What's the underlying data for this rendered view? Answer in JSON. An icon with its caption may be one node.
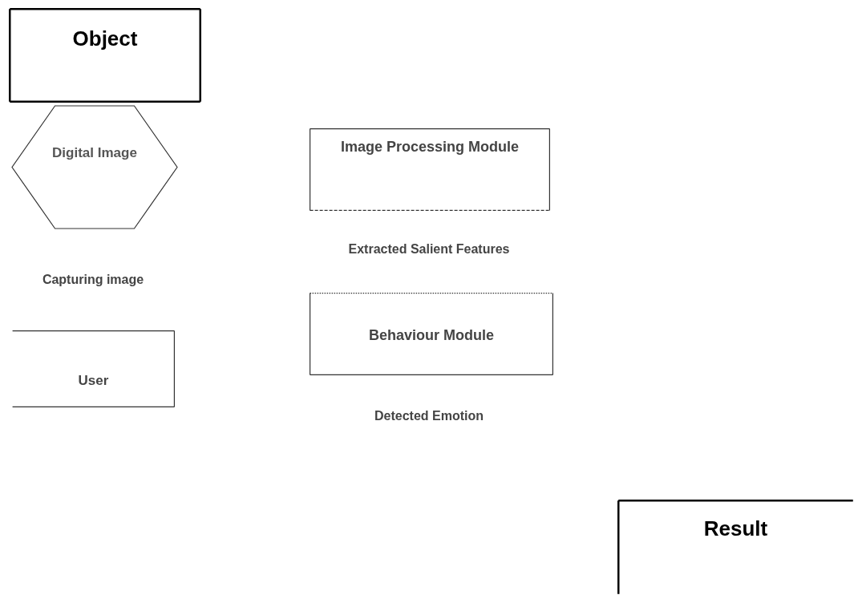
{
  "diagram": {
    "nodes": [
      {
        "text": [
          "Object"
        ]
      },
      {
        "text": [
          "Digital Image"
        ]
      },
      {
        "text": [
          "Image Processing Module"
        ]
      },
      {
        "text": [
          "Behaviour Module"
        ]
      },
      {
        "text": [
          "User"
        ]
      },
      {
        "text": [
          "Result"
        ]
      }
    ],
    "labels": [
      "Capturing image",
      "Extracted Salient Features",
      "Detected Emotion"
    ]
  }
}
